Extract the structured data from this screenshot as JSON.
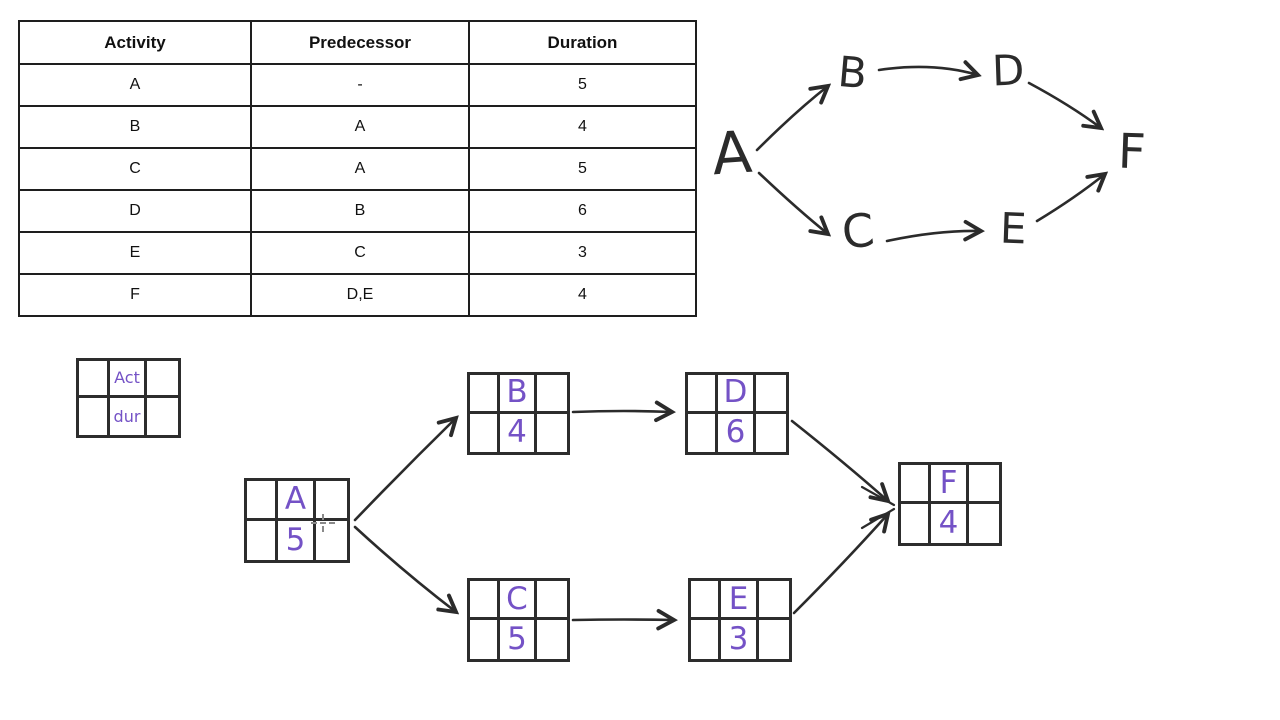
{
  "colors": {
    "background": "#ffffff",
    "ink_black": "#2b2b2b",
    "ink_purple": "#7452c6",
    "table_border": "#1e1e1e"
  },
  "activity_table": {
    "headers": [
      "Activity",
      "Predecessor",
      "Duration"
    ],
    "rows": [
      {
        "activity": "A",
        "predecessor": "-",
        "duration": "5"
      },
      {
        "activity": "B",
        "predecessor": "A",
        "duration": "4"
      },
      {
        "activity": "C",
        "predecessor": "A",
        "duration": "5"
      },
      {
        "activity": "D",
        "predecessor": "B",
        "duration": "6"
      },
      {
        "activity": "E",
        "predecessor": "C",
        "duration": "3"
      },
      {
        "activity": "F",
        "predecessor": "D,E",
        "duration": "4"
      }
    ]
  },
  "sketch_graph": {
    "nodes": [
      {
        "label": "A"
      },
      {
        "label": "B"
      },
      {
        "label": "C"
      },
      {
        "label": "D"
      },
      {
        "label": "E"
      },
      {
        "label": "F"
      }
    ],
    "edges": [
      "A-B",
      "B-D",
      "D-F",
      "A-C",
      "C-E",
      "E-F"
    ]
  },
  "pdm_network": {
    "legend": {
      "activity_label": "Act",
      "duration_label": "dur"
    },
    "nodes": [
      {
        "activity": "A",
        "duration": "5"
      },
      {
        "activity": "B",
        "duration": "4"
      },
      {
        "activity": "C",
        "duration": "5"
      },
      {
        "activity": "D",
        "duration": "6"
      },
      {
        "activity": "E",
        "duration": "3"
      },
      {
        "activity": "F",
        "duration": "4"
      }
    ],
    "edges": [
      "A-B",
      "A-C",
      "B-D",
      "C-E",
      "D-F",
      "E-F"
    ]
  }
}
